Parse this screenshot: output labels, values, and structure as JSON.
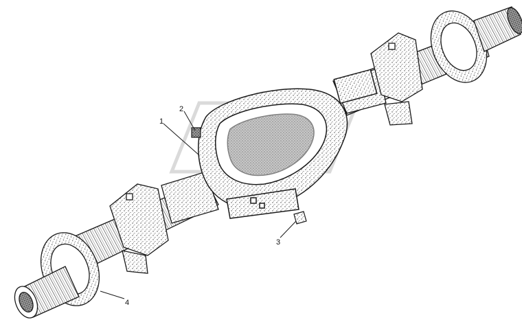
{
  "diagram": {
    "callouts": [
      {
        "id": "1",
        "label": "1"
      },
      {
        "id": "2",
        "label": "2"
      },
      {
        "id": "3",
        "label": "3"
      },
      {
        "id": "4",
        "label": "4"
      }
    ],
    "colors": {
      "ink": "#1a1a1a",
      "stipple": "#555555",
      "paper": "#ffffff",
      "watermark": "#d6d6d6"
    }
  }
}
